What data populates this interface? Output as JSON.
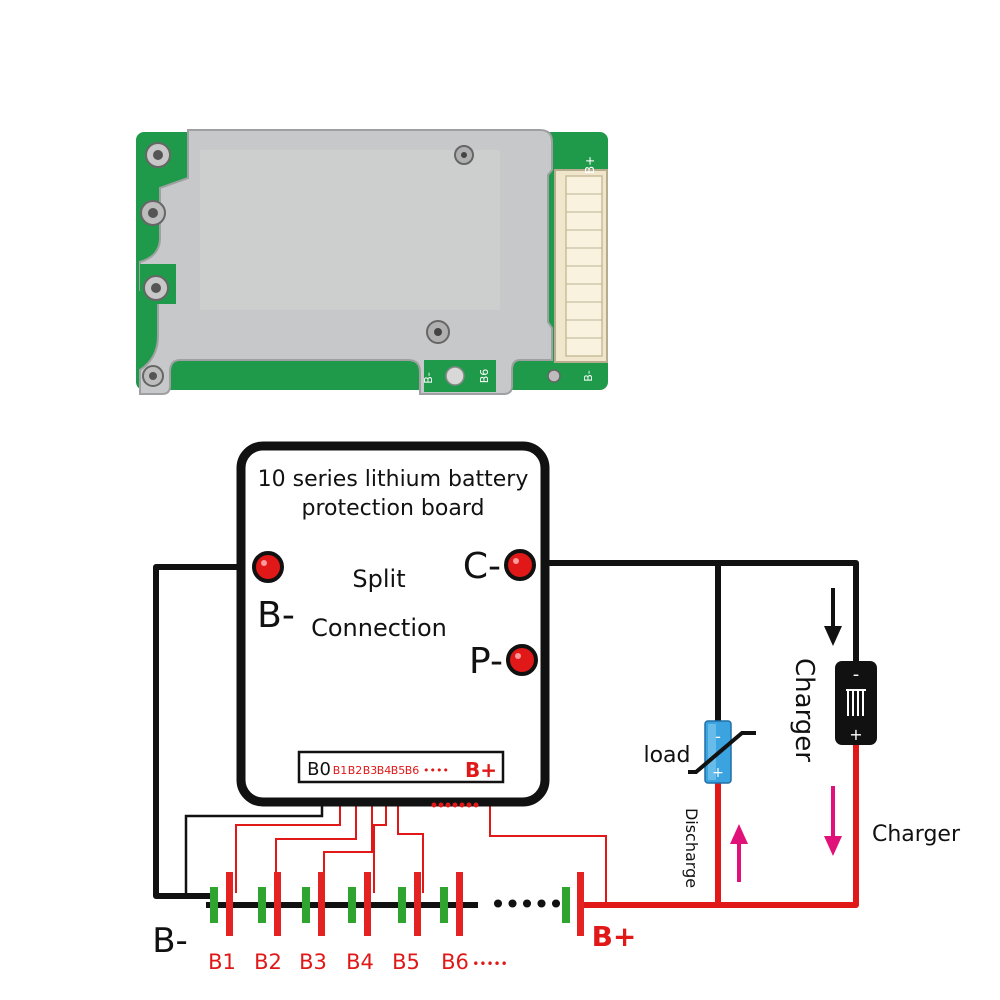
{
  "photo": {
    "pcb_silk_top": "B+",
    "pcb_silk_bottom_left": "B-",
    "pcb_silk_bottom_mid": "B6",
    "pcb_silk_right": "B-"
  },
  "board": {
    "title_line1": "10 series lithium battery",
    "title_line2": "protection board",
    "split_line1": "Split",
    "split_line2": "Connection",
    "terminal_b_minus": "B-",
    "terminal_c_minus": "C-",
    "terminal_p_minus": "P-"
  },
  "header": {
    "b0": "B0",
    "b1": "B1",
    "b2": "B2",
    "b3": "B3",
    "b4": "B4",
    "b5": "B5",
    "b6": "B6",
    "dots": "••••",
    "bplus": "B+"
  },
  "load": {
    "label": "load",
    "direction_label": "Discharge",
    "minus": "-",
    "plus": "+"
  },
  "charger": {
    "label": "Charger",
    "direction_label": "Charger",
    "minus": "-",
    "plus": "+"
  },
  "cells": {
    "b_minus": "B-",
    "b_plus": "B+",
    "labels": [
      "B1",
      "B2",
      "B3",
      "B4",
      "B5",
      "B6"
    ],
    "more": "•••••"
  },
  "colors": {
    "wire_black": "#111111",
    "wire_red": "#e01818",
    "cell_red": "#e52222",
    "cell_green": "#2fa52f",
    "arrow_magenta": "#e0127a",
    "pcb_green": "#1f9a4a",
    "shield_silver": "#c9cacb",
    "load_blue": "#3aa3e0"
  }
}
